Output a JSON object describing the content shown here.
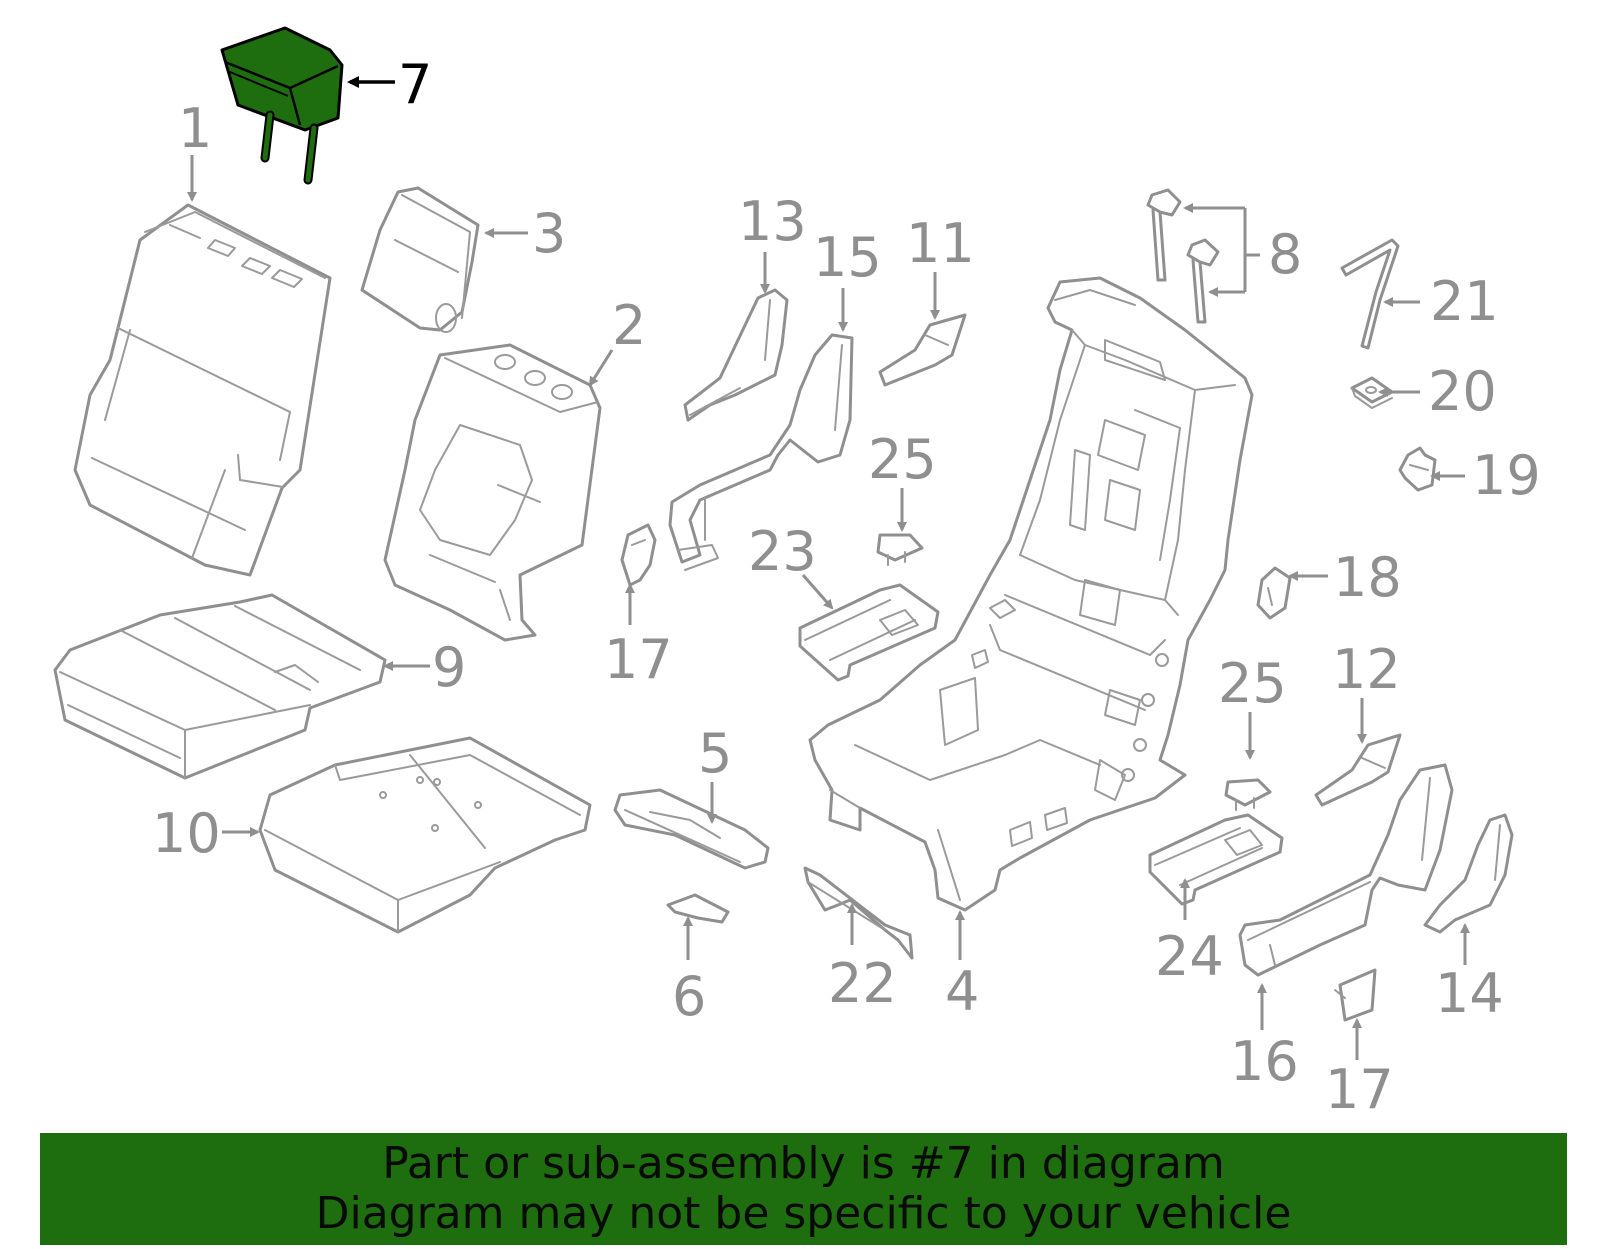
{
  "highlight_color": "#1e6e0f",
  "callout_color": "#8f8f8f",
  "highlighted_part": "7",
  "callouts": {
    "c1": "1",
    "c2": "2",
    "c3": "3",
    "c4": "4",
    "c5": "5",
    "c6": "6",
    "c7": "7",
    "c8": "8",
    "c9": "9",
    "c10": "10",
    "c11": "11",
    "c12": "12",
    "c13": "13",
    "c14": "14",
    "c15": "15",
    "c16": "16",
    "c17a": "17",
    "c17b": "17",
    "c18": "18",
    "c19": "19",
    "c20": "20",
    "c21": "21",
    "c22": "22",
    "c23": "23",
    "c24": "24",
    "c25a": "25",
    "c25b": "25"
  },
  "banner": {
    "line1": "Part or sub-assembly is #7 in diagram",
    "line2": "Diagram may not be specific to your vehicle"
  }
}
